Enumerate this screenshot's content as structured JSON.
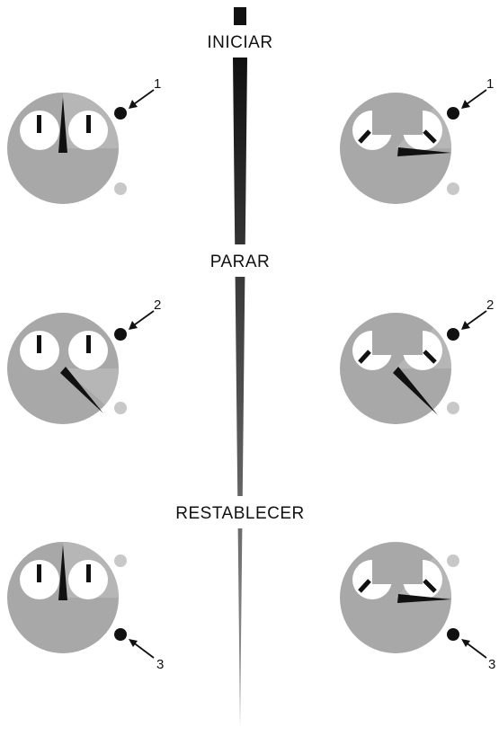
{
  "steps": [
    {
      "label": "INICIAR",
      "button_number": "1"
    },
    {
      "label": "PARAR",
      "button_number": "2"
    },
    {
      "label": "RESTABLECER",
      "button_number": "3"
    }
  ],
  "colors": {
    "dial": "#a8a8a8",
    "ink": "#111111",
    "subdial": "#ffffff",
    "button_inactive": "#c8c8c8",
    "timeline": "#1a1a1a"
  }
}
